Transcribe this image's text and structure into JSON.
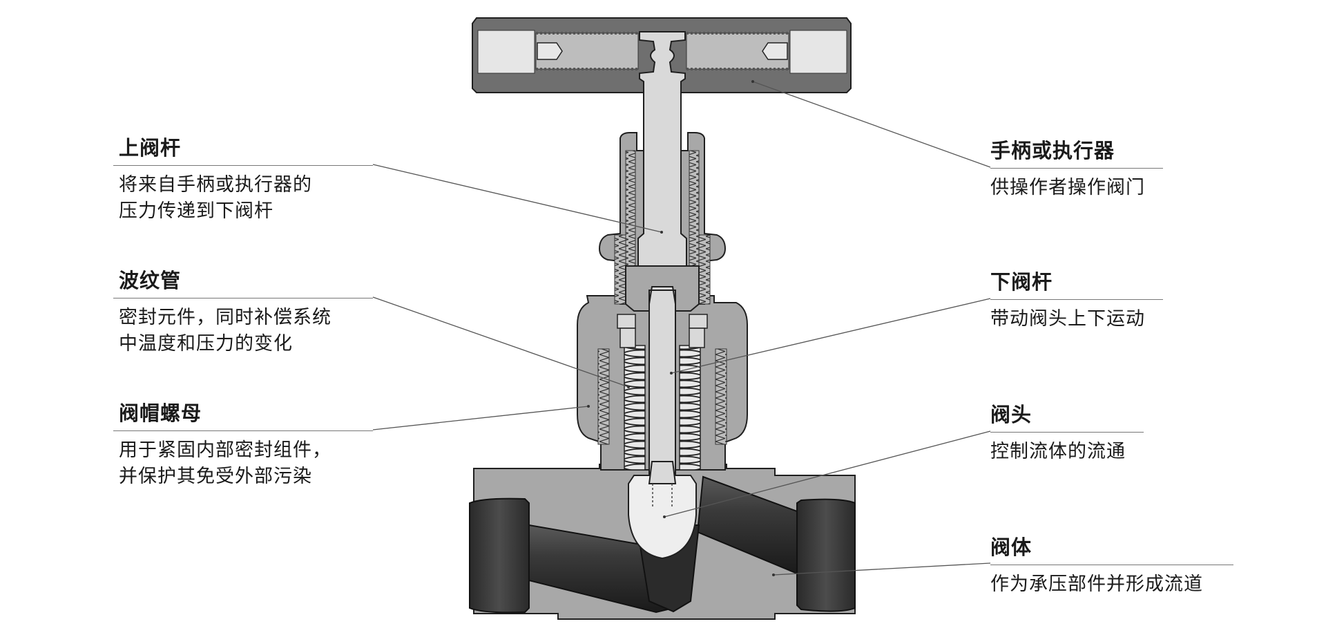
{
  "labels": {
    "upper_stem": {
      "title": "上阀杆",
      "lines": [
        "将来自手柄或执行器的",
        "压力传递到下阀杆"
      ]
    },
    "bellows": {
      "title": "波纹管",
      "lines": [
        "密封元件，同时补偿系统",
        "中温度和压力的变化"
      ]
    },
    "bonnet_nut": {
      "title": "阀帽螺母",
      "lines": [
        "用于紧固内部密封组件，",
        "并保护其免受外部污染"
      ]
    },
    "handle": {
      "title": "手柄或执行器",
      "lines": [
        "供操作者操作阀门"
      ]
    },
    "lower_stem": {
      "title": "下阀杆",
      "lines": [
        "带动阀头上下运动"
      ]
    },
    "valve_head": {
      "title": "阀头",
      "lines": [
        "控制流体的流通"
      ]
    },
    "valve_body": {
      "title": "阀体",
      "lines": [
        "作为承压部件并形成流道"
      ]
    }
  },
  "colors": {
    "metal": "#a8a8a8",
    "metal_light": "#d9d9d9",
    "metal_dark": "#6f6f6f",
    "passage": "#2a2a2a",
    "outline": "#1f1f1f",
    "leader": "#555555"
  }
}
